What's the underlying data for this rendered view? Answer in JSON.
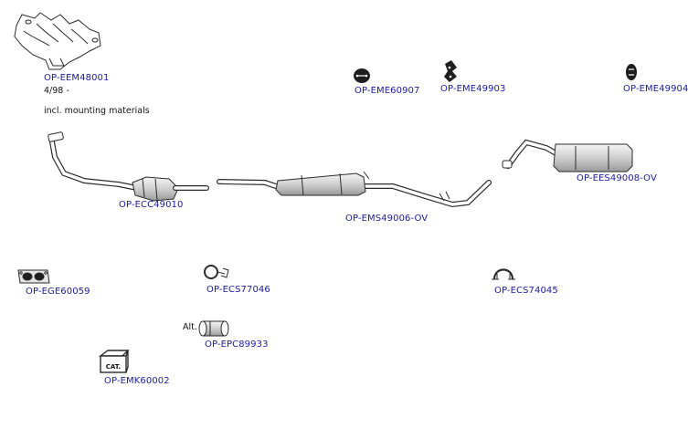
{
  "parts": {
    "manifold": "OP-EEM48001",
    "rubber_mount_1": "OP-EME60907",
    "rubber_mount_2": "OP-EME49903",
    "rubber_mount_3": "OP-EME49904",
    "catalytic_converter": "OP-ECC49010",
    "middle_silencer": "OP-EMS49006-OV",
    "rear_silencer": "OP-EES49008-OV",
    "gasket": "OP-EGE60059",
    "clamp_1": "OP-ECS77046",
    "clamp_2": "OP-ECS74045",
    "pipe_connector": "OP-EPC89933",
    "mounting_kit": "OP-EMK60002"
  },
  "notes": {
    "date_range": "4/98 -",
    "mounting": "incl. mounting materials",
    "alt": "Alt.",
    "cat_label": "CAT."
  },
  "colors": {
    "link": "#1a1aa8",
    "line": "#2b2b2b",
    "fill": "#d9d9d9"
  }
}
